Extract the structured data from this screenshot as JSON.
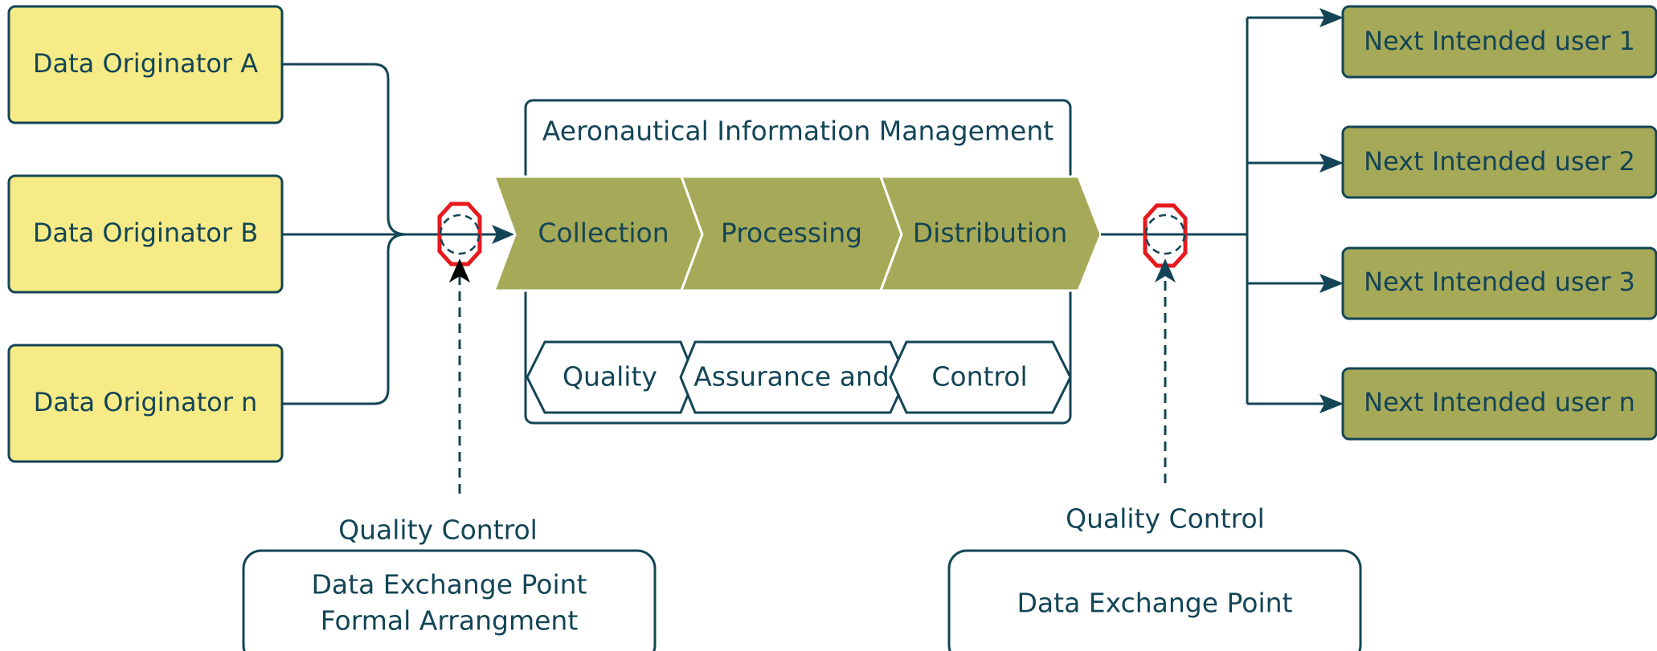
{
  "originators": [
    {
      "label": "Data Originator A"
    },
    {
      "label": "Data Originator B"
    },
    {
      "label": "Data Originator n"
    }
  ],
  "aim": {
    "title": "Aeronautical Information Management",
    "steps": [
      {
        "label": "Collection"
      },
      {
        "label": "Processing"
      },
      {
        "label": "Distribution"
      }
    ],
    "qa_segments": [
      {
        "label": "Quality"
      },
      {
        "label": "Assurance and"
      },
      {
        "label": "Control"
      }
    ]
  },
  "users": [
    {
      "label": "Next Intended user 1"
    },
    {
      "label": "Next Intended user 2"
    },
    {
      "label": "Next Intended user 3"
    },
    {
      "label": "Next Intended user n"
    }
  ],
  "left_exchange": {
    "qc_label": "Quality Control",
    "line1": "Data Exchange Point",
    "line2": "Formal Arrangment"
  },
  "right_exchange": {
    "qc_label": "Quality Control",
    "line1": "Data Exchange Point"
  },
  "colors": {
    "line": "#134556",
    "originator_fill": "#F6EB86",
    "user_fill": "#A6A957",
    "chevron_fill": "#A6A957",
    "stop_sign": "#E6191E"
  }
}
